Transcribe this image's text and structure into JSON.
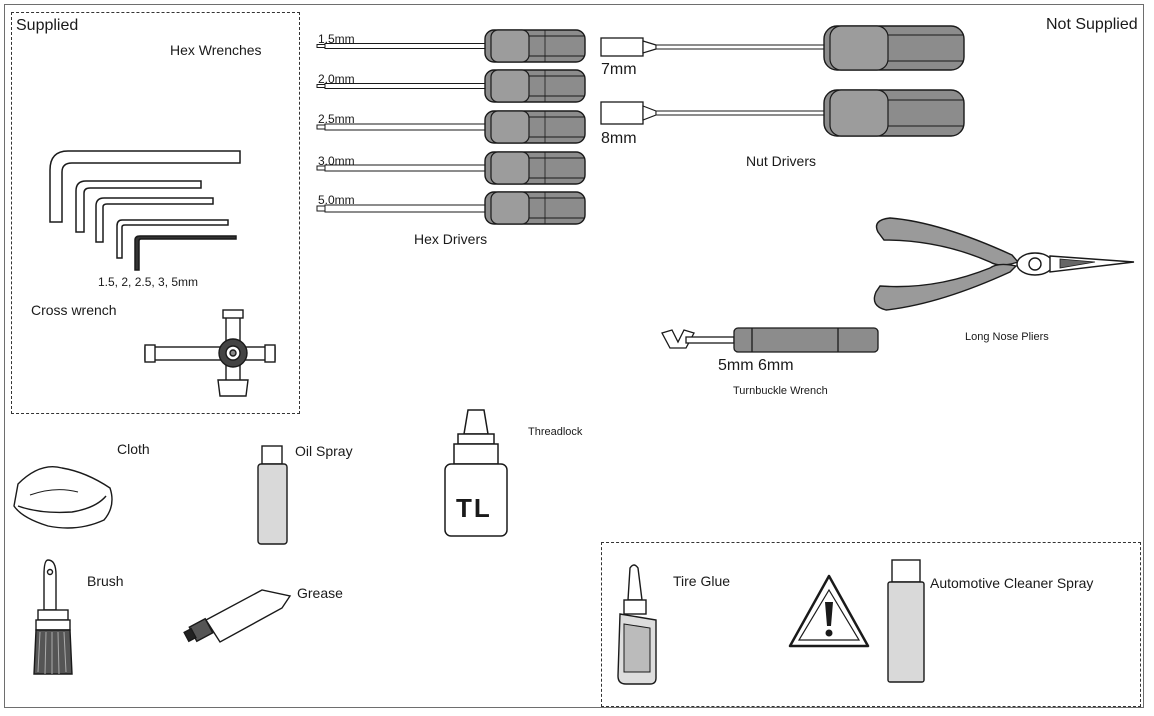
{
  "sections": {
    "supplied": "Supplied",
    "not_supplied": "Not Supplied"
  },
  "hex_wrenches": {
    "label": "Hex Wrenches",
    "sizes": "1.5, 2, 2.5, 3, 5mm"
  },
  "cross_wrench": {
    "label": "Cross wrench"
  },
  "hex_drivers": {
    "label": "Hex Drivers",
    "sizes": [
      "1.5mm",
      "2.0mm",
      "2.5mm",
      "3.0mm",
      "5.0mm"
    ]
  },
  "nut_drivers": {
    "label": "Nut Drivers",
    "sizes": [
      "7mm",
      "8mm"
    ]
  },
  "long_nose_pliers": {
    "label": "Long Nose Pliers"
  },
  "turnbuckle_wrench": {
    "label": "Turnbuckle Wrench",
    "sizes": "5mm 6mm"
  },
  "threadlock": {
    "label": "Threadlock",
    "bottle_text": "TL"
  },
  "cloth": {
    "label": "Cloth"
  },
  "oil_spray": {
    "label": "Oil Spray"
  },
  "brush": {
    "label": "Brush"
  },
  "grease": {
    "label": "Grease"
  },
  "tire_glue": {
    "label": "Tire Glue"
  },
  "automotive_cleaner_spray": {
    "label": "Automotive Cleaner Spray"
  },
  "colors": {
    "handle_fill": "#8c8c8c",
    "handle_dark": "#6a6a6a",
    "outline": "#1a1a1a",
    "can_fill": "#d9d9d9",
    "warning_fill": "#ffffff"
  }
}
